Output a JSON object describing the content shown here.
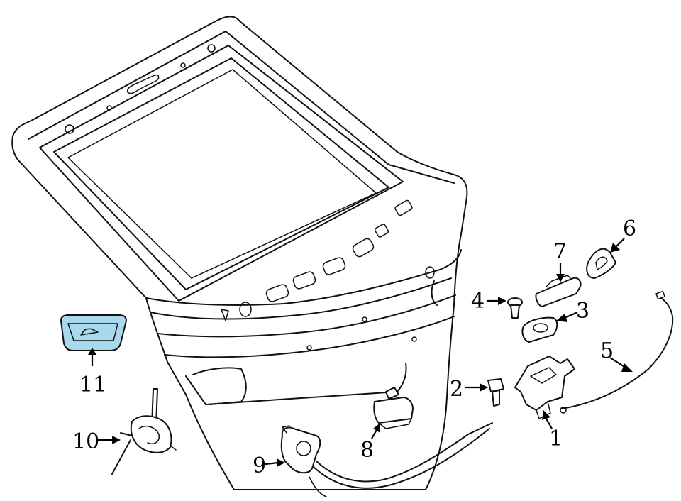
{
  "diagram": {
    "highlight_color": "#a7d8ec",
    "callouts": [
      {
        "id": "1",
        "label": "1"
      },
      {
        "id": "2",
        "label": "2"
      },
      {
        "id": "3",
        "label": "3"
      },
      {
        "id": "4",
        "label": "4"
      },
      {
        "id": "5",
        "label": "5"
      },
      {
        "id": "6",
        "label": "6"
      },
      {
        "id": "7",
        "label": "7"
      },
      {
        "id": "8",
        "label": "8"
      },
      {
        "id": "9",
        "label": "9"
      },
      {
        "id": "10",
        "label": "10"
      },
      {
        "id": "11",
        "label": "11"
      }
    ]
  }
}
